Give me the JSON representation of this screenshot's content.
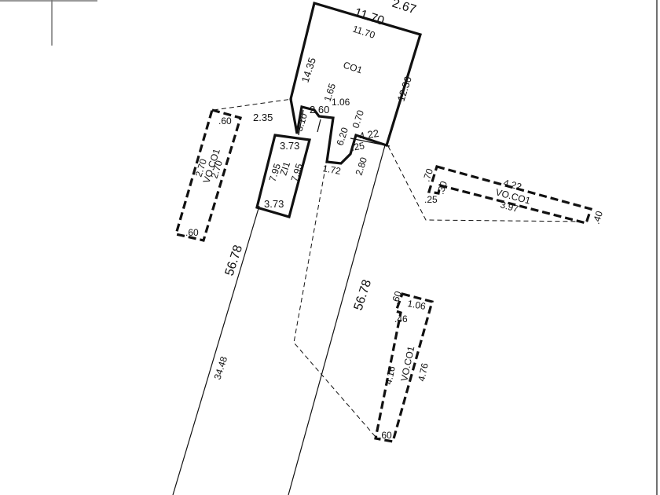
{
  "plan": {
    "top_edge_partial": "2.67",
    "main_building": {
      "code": "CO1",
      "top_outer": "11.70",
      "top_inner": "11.70",
      "left_side": "14.35",
      "right_side": "12.30",
      "notch_a": "1.65",
      "notch_b": "1.06",
      "notch_c": "2.60",
      "notch_d": "2.35",
      "notch_e": "3.10",
      "notch_f": "0.70",
      "notch_g": "6.20",
      "notch_h": "4.22",
      "notch_i": ".25",
      "notch_j": "2.80",
      "notch_k": "1.72"
    },
    "zi1": {
      "code": "ZI1",
      "top": "3.73",
      "bottom": "3.73",
      "left": "7.95",
      "right": "7.95"
    },
    "vo_left": {
      "code": "VO.CO1",
      "top": ".60",
      "bottom": ".60",
      "side_a": "2.70",
      "side_b": "2.70"
    },
    "vo_right": {
      "code": "VO.CO1",
      "top": "4.22",
      "bottom": "3.97",
      "end_left_a": ".70",
      "end_left_b": ".30",
      "end_left_c": ".25",
      "end_right": ".40"
    },
    "vo_bottom": {
      "code": "VO.CO1",
      "top": "1.06",
      "notch_a": ".60",
      "notch_b": ".46",
      "left": "4.16",
      "right": "4.76",
      "bottom": ".60"
    },
    "parcel": {
      "left_long": "56.78",
      "right_long": "56.78",
      "left_short": "34.48"
    }
  }
}
